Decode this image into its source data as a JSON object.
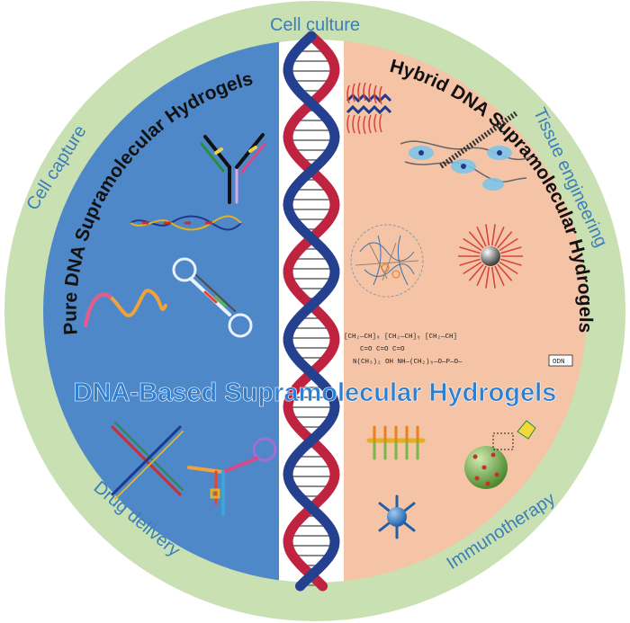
{
  "ring": {
    "top": "Cell culture",
    "upper_left": "Cell capture",
    "upper_right": "Tissue engineering",
    "lower_left": "Drug delivery",
    "lower_right": "Immunotherapy"
  },
  "left_title": "Pure DNA Supramolecular Hydrogels",
  "right_title": "Hybrid DNA Supramolecular Hydrogels",
  "center_title": "DNA-Based Supramolecular Hydrogels",
  "formula": {
    "line1": "[CH₂—CH]ₓ [CH₂—CH]ᵧ [CH₂—CH]",
    "line2": "C=O        C=O           C=O",
    "line3": "N(CH₃)₂       OH        NH—(CH₂)₆—O—P—O—",
    "oligo_label": "ODN"
  },
  "colors": {
    "ring": "#c9e0b2",
    "left_half": "#4e88c8",
    "right_half": "#f5c4a7",
    "ring_text": "#3b7fb8",
    "center_title": "#2f7fd0",
    "helix_red": "#c0233f",
    "helix_blue": "#24408e"
  }
}
